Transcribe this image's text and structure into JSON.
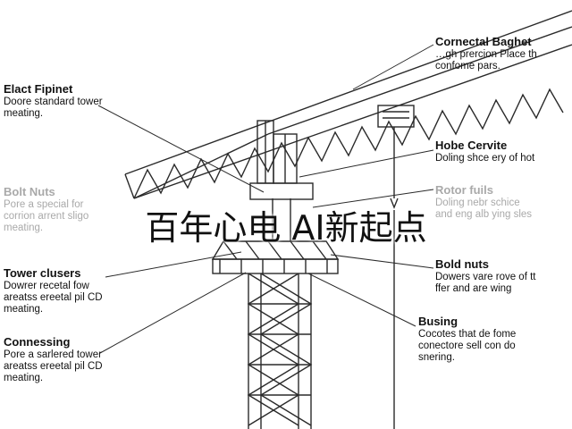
{
  "callouts": {
    "connectal": {
      "title": "Cornectal Baghet",
      "desc": "…gh prercion Place th\nconfome pars."
    },
    "elect": {
      "title": "Elact Fipinet",
      "desc": "Doore standard tower\nmeating."
    },
    "hobe": {
      "title": "Hobe Cervite",
      "desc": "Doling shce ery of hot"
    },
    "bolt": {
      "title": "Bolt Nuts",
      "desc": "Pore a special for\ncorrion arrent sligo\nmeating."
    },
    "rotor": {
      "title": "Rotor fuils",
      "desc": "Doling nebr schice\nand eng alb ying sles"
    },
    "tower": {
      "title": "Tower clusers",
      "desc": "Dowrer recetal fow\nareatss ereetal pil CD\nmeating."
    },
    "boldnuts": {
      "title": "Bold nuts",
      "desc": "Dowers vare rove of tt\nffer and are wing"
    },
    "busing": {
      "title": "Busing",
      "desc": "Cocotes that de fome\nconectore sell con do\nsnering."
    },
    "connessing": {
      "title": "Connessing",
      "desc": "Pore a sarlered tower\nareatss ereetal pil CD\nmeating."
    }
  },
  "watermark": "百年心电 AI新起点",
  "colors": {
    "line": "#2a2a2a",
    "faded_text": "#a9a9a9"
  }
}
